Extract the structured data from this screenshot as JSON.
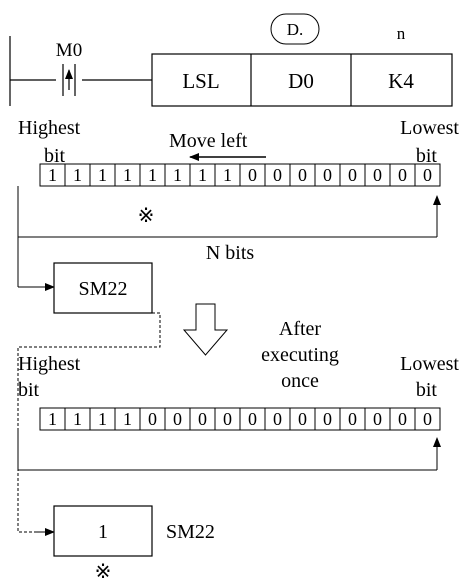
{
  "ladder": {
    "contact": "M0",
    "instruction": "LSL",
    "operand": "D0",
    "count": "K4",
    "operand_tag": "D.",
    "count_tag": "n"
  },
  "before": {
    "highest_label_1": "Highest",
    "highest_label_2": "bit",
    "lowest_label_1": "Lowest",
    "lowest_label_2": "bit",
    "direction": "Move left",
    "bits": [
      "1",
      "1",
      "1",
      "1",
      "1",
      "1",
      "1",
      "1",
      "0",
      "0",
      "0",
      "0",
      "0",
      "0",
      "0",
      "0"
    ],
    "marker": "※",
    "n_label": "N bits",
    "flag_box": "SM22"
  },
  "after": {
    "caption_1": "After",
    "caption_2": "executing",
    "caption_3": "once",
    "highest_label_1": "Highest",
    "highest_label_2": "bit",
    "lowest_label_1": "Lowest",
    "lowest_label_2": "bit",
    "bits": [
      "1",
      "1",
      "1",
      "1",
      "0",
      "0",
      "0",
      "0",
      "0",
      "0",
      "0",
      "0",
      "0",
      "0",
      "0",
      "0"
    ],
    "flag_value": "1",
    "flag_label": "SM22",
    "marker": "※"
  }
}
